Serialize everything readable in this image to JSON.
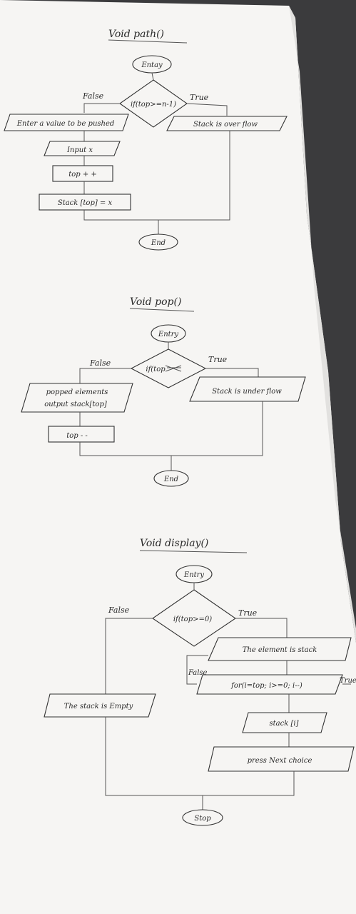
{
  "diagrams": {
    "push": {
      "title": "Void path()",
      "start": "Entay",
      "condition": "if(top>=n-1)",
      "false_label": "False",
      "true_label": "True",
      "prompt": "Enter a value to be pushed",
      "input": "Input x",
      "increment": "top + +",
      "assign": "Stack [top] = x",
      "overflow": "Stack is over flow",
      "end": "End"
    },
    "pop": {
      "title": "Void pop()",
      "start": "Entry",
      "condition": "if(top",
      "false_label": "False",
      "true_label": "True",
      "output_line1": "popped elements",
      "output_line2": "output stack[top]",
      "decrement": "top - -",
      "underflow": "Stack is under flow",
      "end": "End"
    },
    "display": {
      "title": "Void display()",
      "start": "Entry",
      "condition": "if(top>=0)",
      "false_label": "False",
      "true_label": "True",
      "empty": "The stack is Empty",
      "element": "The element is stack",
      "loop": "for(i=top; i>=0; i--)",
      "loop_false": "False",
      "loop_true": "True",
      "stack_i": "stack [i]",
      "next": "press Next choice",
      "stop": "Stop"
    }
  }
}
